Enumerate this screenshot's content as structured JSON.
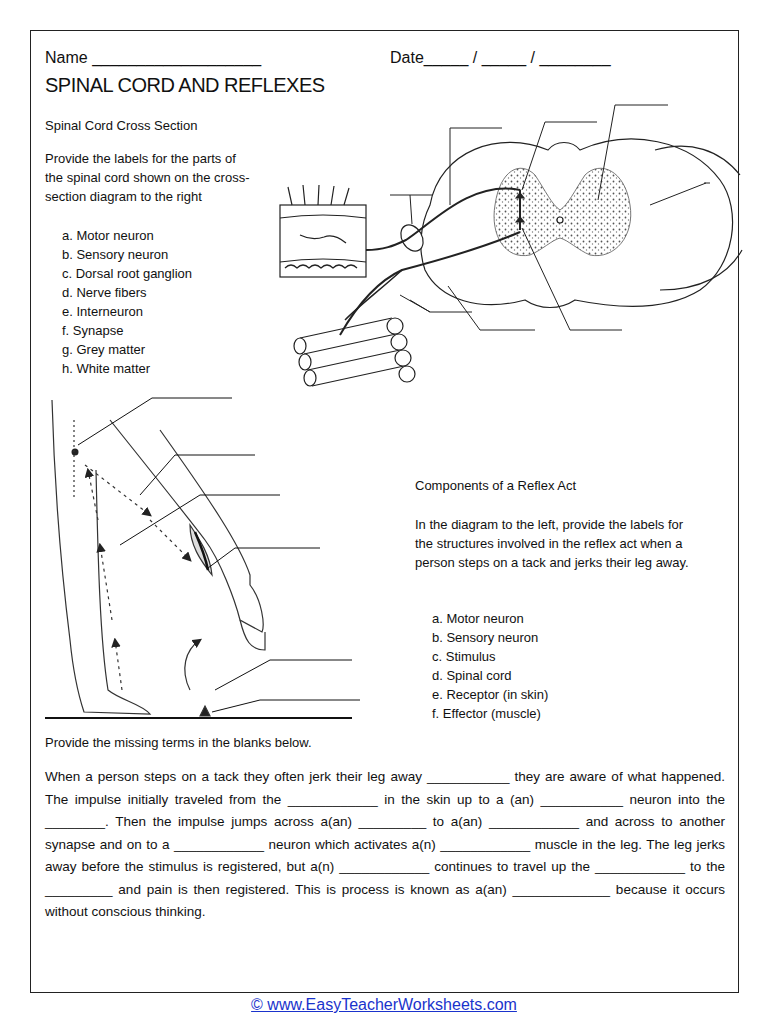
{
  "diagram": {
    "title": "SPINAL CORD AND REFLEXES",
    "labels": [
      "Name ___________________",
      "Date_____ / _____ / ________",
      "Spinal Cord Cross Section",
      "Provide the labels for the parts of the spinal cord shown on the cross-section diagram to the right",
      "a. Motor neuron",
      "b. Sensory neuron",
      "c. Dorsal root ganglion",
      "d. Nerve fibers",
      "e. Interneuron",
      "f. Synapse",
      "g. Grey matter",
      "h. White matter",
      "Components of a Reflex Act",
      "In the diagram to the left, provide the labels for the structures involved in the reflex act when a person steps on a tack and jerks their leg away.",
      "a. Motor neuron",
      "b. Sensory neuron",
      "c. Stimulus",
      "d. Spinal cord",
      "e. Receptor (in skin)",
      "f. Effector (muscle)",
      "Provide the missing terms in the blanks below.",
      "When a person steps on a tack they often jerk their leg away ___________ they are aware of what happened. The impulse initially traveled from the ____________ in the skin up to a (an) ___________ neuron into the ________. Then the impulse jumps across a(an) _________ to a(an) ____________ and across to another synapse and on to a ____________ neuron which activates a(n) ____________ muscle in the leg. The leg jerks away before the stimulus is registered, but a(n) ____________ continues to travel up the ____________ to the _________ and pain is then registered. This is process is known as a(an) _____________ because it occurs without conscious thinking.",
      "© www.EasyTeacherWorksheets.com"
    ]
  }
}
